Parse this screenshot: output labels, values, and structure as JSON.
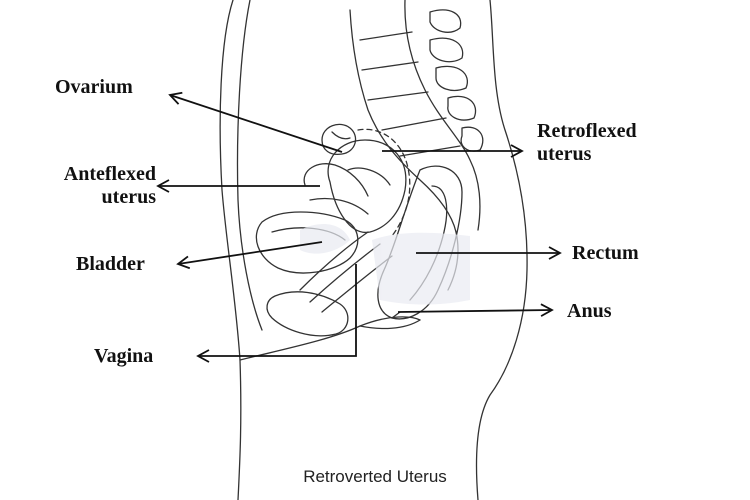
{
  "diagram": {
    "caption": "Retroverted Uterus",
    "labels": {
      "ovarium": "Ovarium",
      "anteflexed_line1": "Anteflexed",
      "anteflexed_line2": "uterus",
      "bladder": "Bladder",
      "vagina": "Vagina",
      "retroflexed_line1": "Retroflexed",
      "retroflexed_line2": "uterus",
      "rectum": "Rectum",
      "anus": "Anus"
    }
  }
}
